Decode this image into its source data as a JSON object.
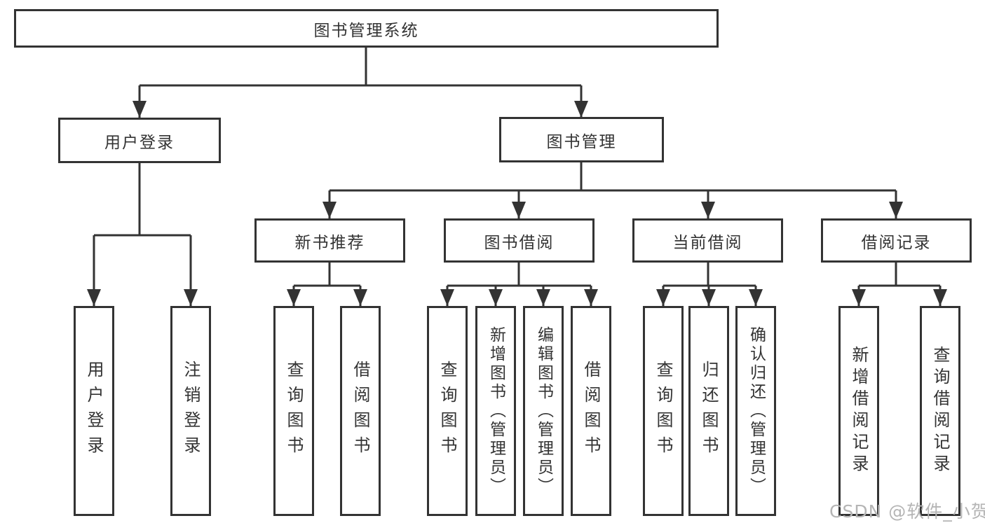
{
  "colors": {
    "line": "#333333",
    "text": "#333333",
    "node_bg": "#ffffff",
    "background": "#ffffff",
    "watermark": "#b5b5b5"
  },
  "watermark": "CSDN @软件_小贺同学",
  "diagram": {
    "root": {
      "label": "图书管理系统"
    },
    "user_login": {
      "label": "用户登录",
      "children": [
        {
          "label": "用户登录"
        },
        {
          "label": "注销登录"
        }
      ]
    },
    "book_mgmt": {
      "label": "图书管理",
      "sections": [
        {
          "label": "新书推荐",
          "children": [
            {
              "label": "查询图书"
            },
            {
              "label": "借阅图书"
            }
          ]
        },
        {
          "label": "图书借阅",
          "children": [
            {
              "label": "查询图书"
            },
            {
              "label": "新增图书（管理员）"
            },
            {
              "label": "编辑图书（管理员）"
            },
            {
              "label": "借阅图书"
            }
          ]
        },
        {
          "label": "当前借阅",
          "children": [
            {
              "label": "查询图书"
            },
            {
              "label": "归还图书"
            },
            {
              "label": "确认归还（管理员）"
            }
          ]
        },
        {
          "label": "借阅记录",
          "children": [
            {
              "label": "新增借阅记录"
            },
            {
              "label": "查询借阅记录"
            }
          ]
        }
      ]
    }
  }
}
